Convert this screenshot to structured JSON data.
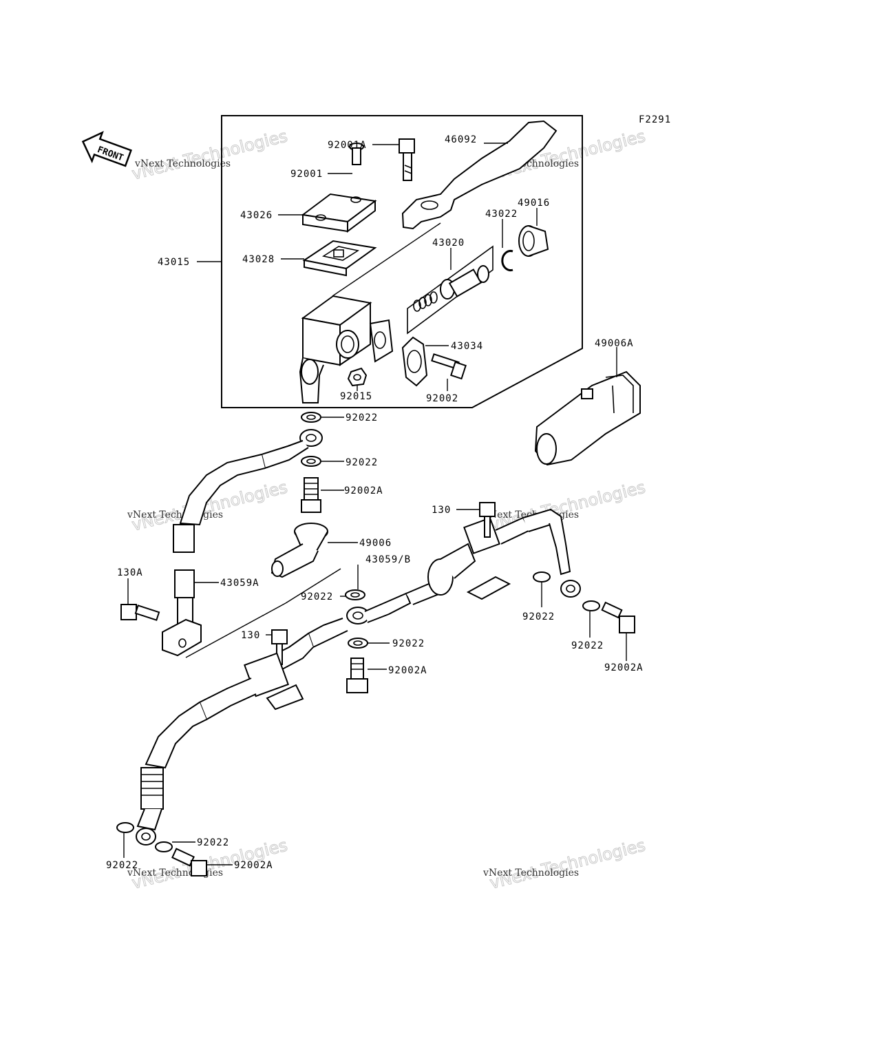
{
  "diagram": {
    "code": "F2291",
    "front_label": "FRONT",
    "labels": [
      {
        "id": "92001A",
        "text": "92001A"
      },
      {
        "id": "46092",
        "text": "46092"
      },
      {
        "id": "92001",
        "text": "92001"
      },
      {
        "id": "43026",
        "text": "43026"
      },
      {
        "id": "43022",
        "text": "43022"
      },
      {
        "id": "49016",
        "text": "49016"
      },
      {
        "id": "43015",
        "text": "43015"
      },
      {
        "id": "43028",
        "text": "43028"
      },
      {
        "id": "43020",
        "text": "43020"
      },
      {
        "id": "43034",
        "text": "43034"
      },
      {
        "id": "49006A",
        "text": "49006A"
      },
      {
        "id": "92015",
        "text": "92015"
      },
      {
        "id": "92002",
        "text": "92002"
      },
      {
        "id": "92022-a",
        "text": "92022"
      },
      {
        "id": "92022-b",
        "text": "92022"
      },
      {
        "id": "92002A-a",
        "text": "92002A"
      },
      {
        "id": "130-a",
        "text": "130"
      },
      {
        "id": "49006",
        "text": "49006"
      },
      {
        "id": "43059B",
        "text": "43059/B"
      },
      {
        "id": "130A",
        "text": "130A"
      },
      {
        "id": "43059A",
        "text": "43059A"
      },
      {
        "id": "92022-c",
        "text": "92022"
      },
      {
        "id": "92022-d",
        "text": "92022"
      },
      {
        "id": "130-b",
        "text": "130"
      },
      {
        "id": "92022-e",
        "text": "92022"
      },
      {
        "id": "92022-f",
        "text": "92022"
      },
      {
        "id": "92002A-b",
        "text": "92002A"
      },
      {
        "id": "92002A-c",
        "text": "92002A"
      },
      {
        "id": "92022-g",
        "text": "92022"
      },
      {
        "id": "92022-h",
        "text": "92022"
      },
      {
        "id": "92002A-d",
        "text": "92002A"
      }
    ]
  },
  "watermark": {
    "big": "vNext Technologies",
    "small": "vNext Technologies"
  }
}
